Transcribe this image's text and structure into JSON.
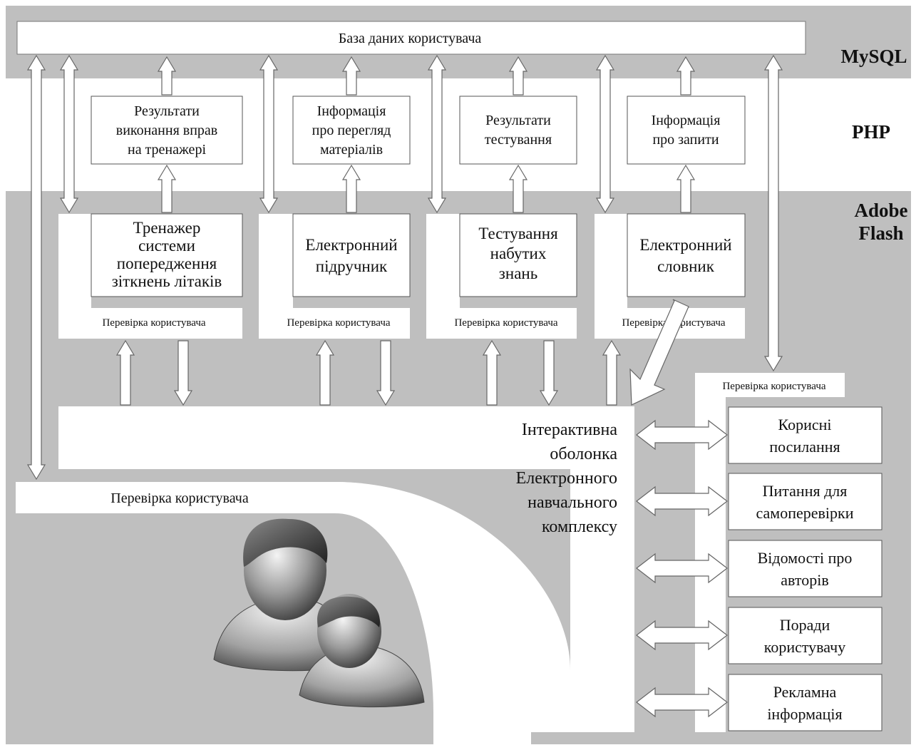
{
  "layers": {
    "mysql": "MySQL",
    "php": "PHP",
    "flash_line1": "Adobe",
    "flash_line2": "Flash"
  },
  "database": "База даних користувача",
  "php_boxes": [
    {
      "lines": [
        "Результати",
        "виконання вправ",
        "на тренажері"
      ]
    },
    {
      "lines": [
        "Інформація",
        "про перегляд",
        "матеріалів"
      ]
    },
    {
      "lines": [
        "Результати",
        "тестування"
      ]
    },
    {
      "lines": [
        "Інформація",
        "про запити"
      ]
    }
  ],
  "flash_modules": [
    {
      "lines": [
        "Тренажер",
        "системи",
        "попередження",
        "зіткнень літаків"
      ]
    },
    {
      "lines": [
        "Електронний",
        "підручник"
      ]
    },
    {
      "lines": [
        "Тестування",
        "набутих",
        "знань"
      ]
    },
    {
      "lines": [
        "Електронний",
        "словник"
      ]
    }
  ],
  "user_check": "Перевірка користувача",
  "shell": {
    "lines": [
      "Інтерактивна",
      "оболонка",
      "Електронного",
      "навчального",
      "комплексу"
    ]
  },
  "side_items": [
    {
      "lines": [
        "Корисні",
        "посилання"
      ]
    },
    {
      "lines": [
        "Питання для",
        "самоперевірки"
      ]
    },
    {
      "lines": [
        "Відомості про",
        "авторів"
      ]
    },
    {
      "lines": [
        "Поради",
        "користувачу"
      ]
    },
    {
      "lines": [
        "Рекламна",
        "інформація"
      ]
    }
  ],
  "users_icon": "users-icon",
  "colors": {
    "band_gray": "#bfbfbf",
    "php_band": "#ffffff",
    "box_fill": "#ffffff",
    "box_stroke": "#555555",
    "text": "#111111"
  }
}
